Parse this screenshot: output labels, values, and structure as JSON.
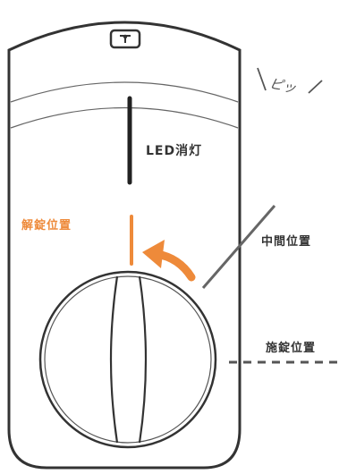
{
  "labels": {
    "led_off": "LED消灯",
    "unlock_position": "解錠位置",
    "middle_position": "中間位置",
    "lock_position": "施錠位置",
    "beep": "ピッ"
  },
  "colors": {
    "outline": "#333333",
    "accent": "#ee8a3a",
    "text": "#333333"
  },
  "icons": {
    "top": "lock-icon",
    "arrow": "curved-arrow-icon"
  }
}
